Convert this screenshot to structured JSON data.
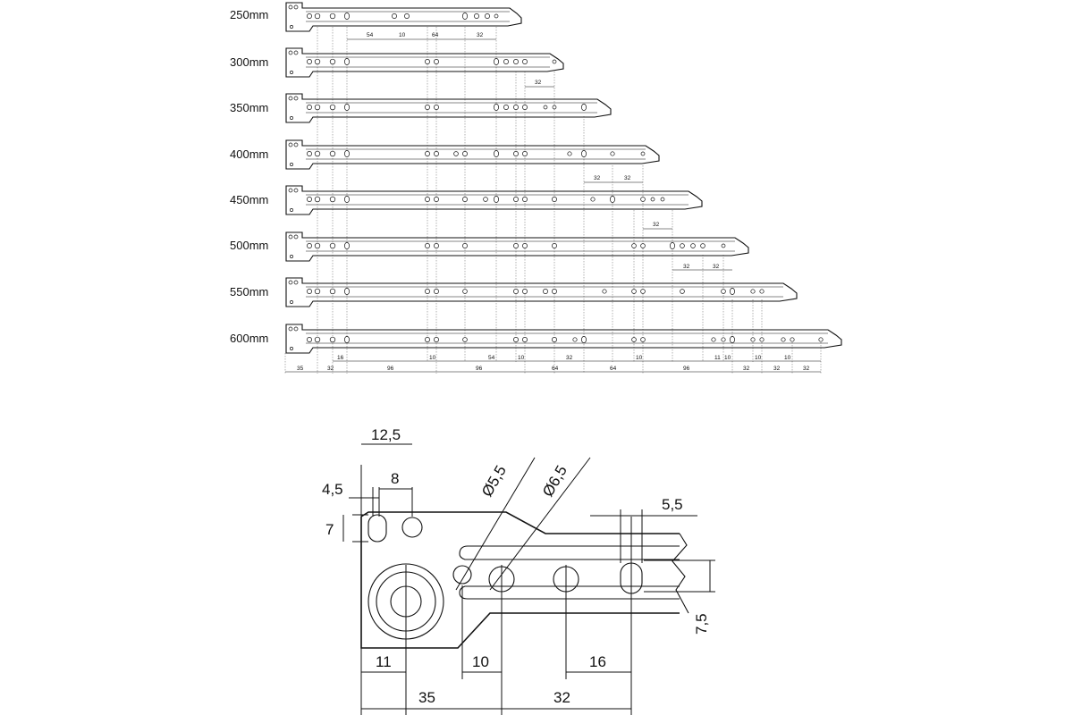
{
  "overview": {
    "sizes": [
      "250mm",
      "300mm",
      "350mm",
      "400mm",
      "450mm",
      "500mm",
      "550mm",
      "600mm"
    ],
    "row_dims": [
      [
        "54",
        "10",
        "64",
        "32"
      ],
      [
        "32"
      ],
      [],
      [
        "32",
        "32"
      ],
      [
        "32"
      ],
      [
        "32",
        "32"
      ],
      [],
      []
    ],
    "bottom_dims_row1": [
      "16",
      "10",
      "54",
      "10",
      "32",
      "10",
      "11",
      "10",
      "10",
      "10"
    ],
    "bottom_dims_row2": [
      "35",
      "32",
      "96",
      "96",
      "64",
      "64",
      "96",
      "32",
      "32",
      "32"
    ]
  },
  "detail": {
    "top_dims": [
      "12,5",
      "4,5",
      "8",
      "7"
    ],
    "diameters": [
      "Ø5,5",
      "Ø6,5"
    ],
    "right_dims": [
      "5,5",
      "7,5"
    ],
    "bottom_dims_row1": [
      "11",
      "10",
      "16"
    ],
    "bottom_dims_row2": [
      "35",
      "32"
    ]
  }
}
